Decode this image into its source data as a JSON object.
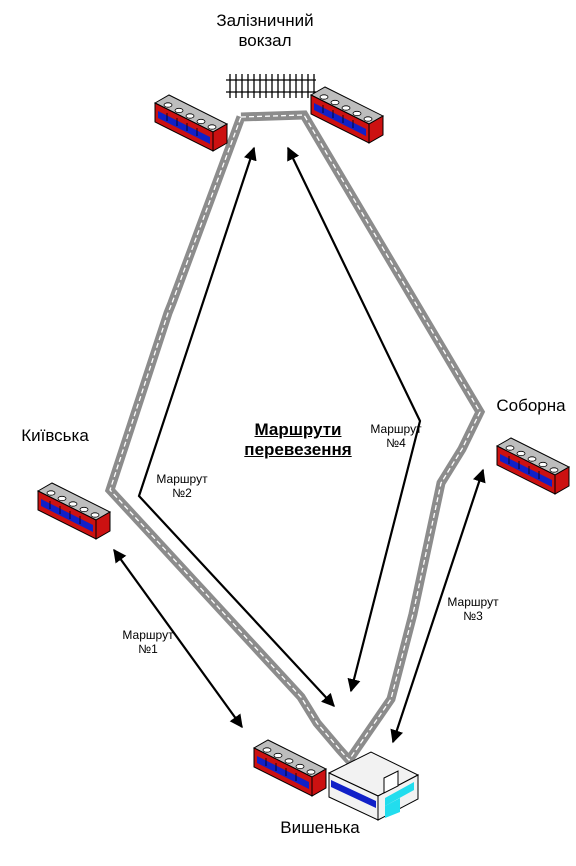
{
  "title": "Маршрути\nперевезення",
  "stations": {
    "railway": "Залізничний\nвокзал",
    "kyivska": "Київська",
    "soborna": "Соборна",
    "vyshenka": "Вишенька"
  },
  "routes": {
    "r1": "Маршрут\n№1",
    "r2": "Маршрут\n№2",
    "r3": "Маршрут\n№3",
    "r4": "Маршрут\n№4"
  },
  "colors": {
    "road": "#8c8c8c",
    "road_center": "#ffffff",
    "arrow": "#000000",
    "tram_body": "#cc1111",
    "tram_stripe": "#1020c8",
    "tram_roof": "#bdbdbd",
    "depot_blue": "#1020c8",
    "depot_cyan": "#22ddee"
  }
}
